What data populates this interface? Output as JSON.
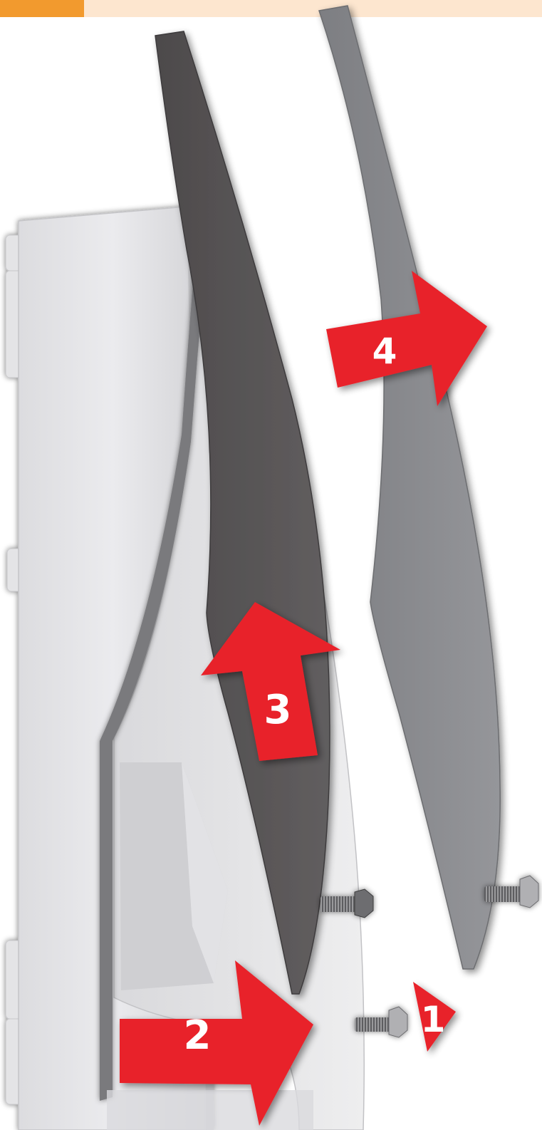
{
  "header": {
    "accent_color": "#f29a2e",
    "band_color": "#fde6cf"
  },
  "colors": {
    "arrow_red": "#e8232b",
    "housing_light": "#e6e6e8",
    "housing_mid": "#cfcfd2",
    "panel_dark": "#595657",
    "panel_grey": "#8a8b8e"
  },
  "steps": {
    "one": "1",
    "two": "2",
    "three": "3",
    "four": "4"
  },
  "parts": {
    "screw_1": "screw",
    "screw_2": "screw",
    "screw_3": "screw"
  }
}
